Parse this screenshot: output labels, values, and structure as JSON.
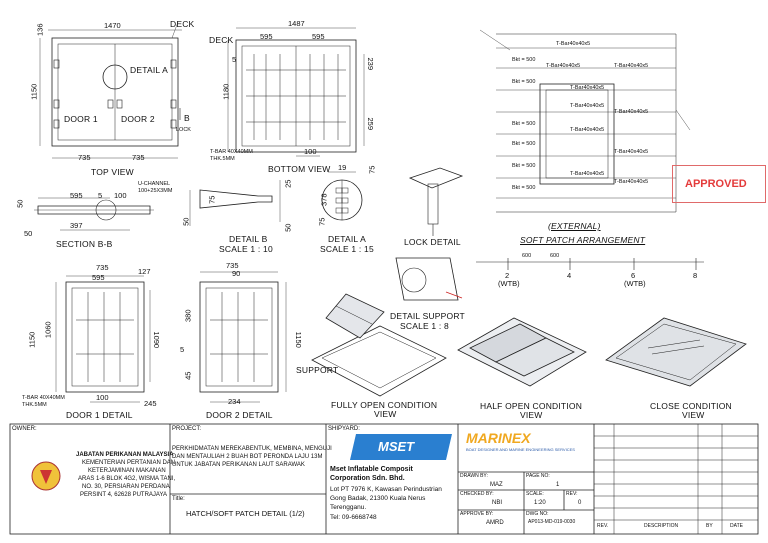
{
  "views": {
    "deck_top": "DECK",
    "deck_bottom": "DECK",
    "lock": "LOCK",
    "b_marker": "B",
    "detail_a_ref": "DETAIL A",
    "door1": "DOOR 1",
    "door2": "DOOR 2",
    "top_view": "TOP VIEW",
    "bottom_view": "BOTTOM VIEW",
    "tbar_note": "T-BAR 40X40MM",
    "thk_note": "THK.5MM",
    "uchannel": "U-CHANNEL",
    "uchannel_size": "100+25X3MM",
    "section_bb": "SECTION B-B",
    "detail_b": "DETAIL B",
    "detail_b_scale": "SCALE 1 : 10",
    "detail_a": "DETAIL A",
    "detail_a_scale": "SCALE 1 : 15",
    "lock_detail": "LOCK DETAIL",
    "detail_support": "DETAIL SUPPORT",
    "detail_support_scale": "SCALE 1 : 8",
    "support": "SUPPORT",
    "tbar_note2": "T-BAR 40X40MM",
    "thk_note2": "THK.5MM",
    "door1_detail": "DOOR 1 DETAIL",
    "door2_detail": "DOOR 2 DETAIL",
    "fully_open": "FULLY OPEN CONDITION",
    "half_open": "HALF OPEN CONDITION",
    "close_cond": "CLOSE CONDITION",
    "view_word": "VIEW",
    "external": "(EXTERNAL)",
    "soft_patch": "SOFT PATCH ARRANGEMENT",
    "approved": "APPROVED"
  },
  "dims": {
    "d1470": "1470",
    "d136": "136",
    "d1150": "1150",
    "d735a": "735",
    "d735b": "735",
    "d1487": "1487",
    "d595a": "595",
    "d595b": "595",
    "d1180": "1180",
    "d5a": "5",
    "d239": "239",
    "d259": "259",
    "d100": "100",
    "d19": "19",
    "d75a": "75",
    "d378": "378",
    "d75b": "75",
    "d50a": "50",
    "d595c": "595",
    "d5b": "5",
    "d100b": "100",
    "d397": "397",
    "d50b": "50",
    "d75c": "75",
    "d25": "25",
    "d50c": "50",
    "d50d": "50",
    "d735c": "735",
    "d127": "127",
    "d595d": "595",
    "d1150b": "1150",
    "d1060": "1060",
    "d1090": "1090",
    "d100c": "100",
    "d245": "245",
    "d735d": "735",
    "d90": "90",
    "d380": "380",
    "d5c": "5",
    "d45": "45",
    "d1150c": "1150",
    "d234": "234"
  },
  "wtb": {
    "w2": "2",
    "w4": "4",
    "w6": "6",
    "w8": "8",
    "wtb": "(WTB)",
    "wtb2": "(WTB)",
    "sp1": "600",
    "sp2": "600"
  },
  "arrangement_labels": [
    "T-Bar40x40x5",
    "T-Bar40x40x5",
    "T-Bar40x40x5",
    "T-Bar40x40x5",
    "T-Bar40x40x5",
    "T-Bar40x40x5",
    "T-Bar40x40x5",
    "T-Bar40x40x5",
    "T-Bar40x40x5",
    "T-Bar40x40x5"
  ],
  "arrangement_side": [
    "Bkt = 500",
    "Bkt = 500",
    "Bkt = 500",
    "Bkt = 500",
    "Bkt = 500",
    "Bkt = 500"
  ],
  "title_block": {
    "owner_label": "OWNER:",
    "owner_name": "JABATAN PERIKANAN MALAYSIA",
    "owner_l1": "KEMENTERIAN PERTANIAN DAN",
    "owner_l2": "KETERJAMINAN MAKANAN",
    "owner_l3": "ARAS 1-6 BLOK 4G2, WISMA TANI,",
    "owner_l4": "NO. 30, PERSIARAN PERDANA",
    "owner_l5": "PERSINT 4, 62628 PUTRAJAYA",
    "project_label": "PROJECT:",
    "project_l1": "PERKHIDMATAN MEREKABENTUK, MEMBINA, MENGUJI",
    "project_l2": "DAN MENTAULIAH 2 BUAH BOT PERONDA LAJU 13M",
    "project_l3": "UNTUK JABATAN PERIKANAN LAUT SARAWAK",
    "title_label": "Title:",
    "title": "HATCH/SOFT PATCH DETAIL (1/2)",
    "shipyard_label": "SHIPYARD:",
    "shipyard_logo": "MSET",
    "shipyard_name1": "Mset Inflatable Composit",
    "shipyard_name2": "Corporation Sdn. Bhd.",
    "shipyard_addr1": "Lot PT 7976 K, Kawasan Perindustrian",
    "shipyard_addr2": "Gong Badak, 21300 Kuala Nerus",
    "shipyard_addr3": "Terengganu.",
    "shipyard_tel": "Tel: 09-6668748",
    "designer_logo": "MARINEX",
    "designer_tag": "BOAT DESIGNER AND MARINE ENGINEERING SERVICES",
    "drawn_by_label": "DRAWN BY:",
    "drawn_by": "MAZ",
    "page_no_label": "PAGE NO:",
    "page_no": "1",
    "checked_by_label": "CHECKED BY:",
    "checked_by": "NBI",
    "scale_label": "SCALE:",
    "scale": "1:20",
    "rev_label": "REV:",
    "rev": "0",
    "approve_by_label": "APPROVE BY:",
    "approve_by": "AMRD",
    "dwg_no_label": "DWG NO:",
    "dwg_no": "AP013-MD-019-0030",
    "rev_col": "REV.",
    "desc_col": "DESCRIPTION",
    "by_col": "BY",
    "date_col": "DATE"
  }
}
